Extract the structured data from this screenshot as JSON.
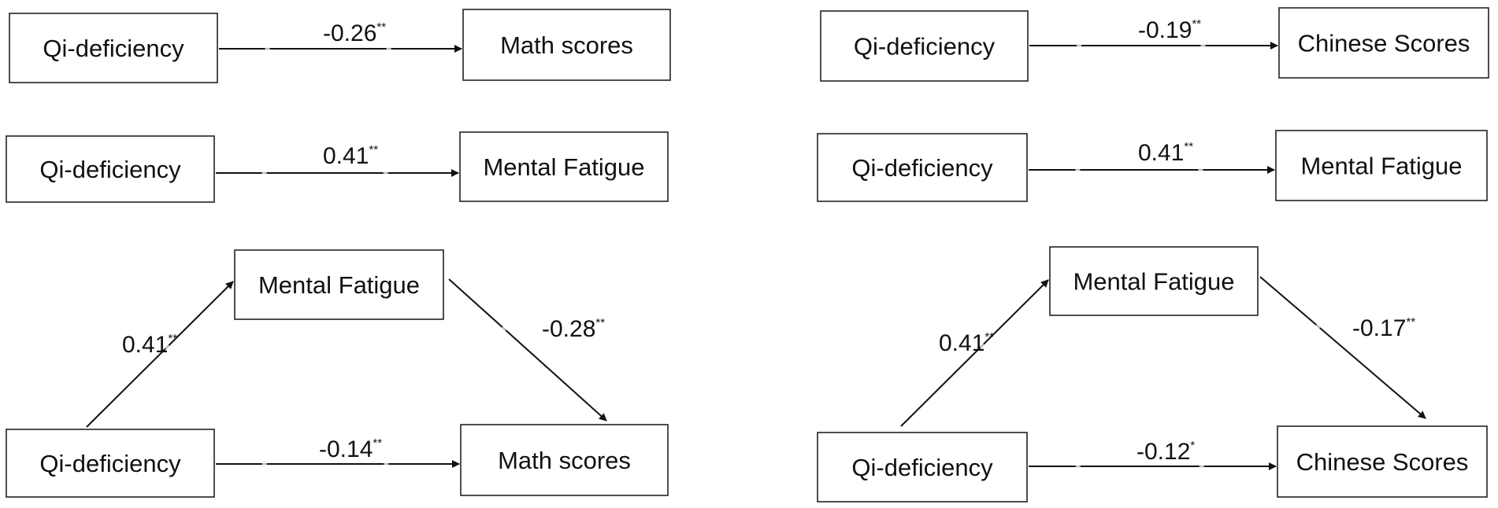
{
  "colors": {
    "stroke": "#111111",
    "background": "#ffffff"
  },
  "nodes": [
    {
      "id": "L1_qi",
      "label": "Qi-deficiency"
    },
    {
      "id": "L1_math",
      "label": "Math scores"
    },
    {
      "id": "L2_qi",
      "label": "Qi-deficiency"
    },
    {
      "id": "L2_mf",
      "label": "Mental Fatigue"
    },
    {
      "id": "L3_mf",
      "label": "Mental Fatigue"
    },
    {
      "id": "L3_qi",
      "label": "Qi-deficiency"
    },
    {
      "id": "L3_math",
      "label": "Math scores"
    },
    {
      "id": "R1_qi",
      "label": "Qi-deficiency"
    },
    {
      "id": "R1_cn",
      "label": "Chinese Scores"
    },
    {
      "id": "R2_qi",
      "label": "Qi-deficiency"
    },
    {
      "id": "R2_mf",
      "label": "Mental Fatigue"
    },
    {
      "id": "R3_mf",
      "label": "Mental Fatigue"
    },
    {
      "id": "R3_qi",
      "label": "Qi-deficiency"
    },
    {
      "id": "R3_cn",
      "label": "Chinese Scores"
    }
  ],
  "edges": [
    {
      "id": "L1_e1",
      "from": "L1_qi",
      "to": "L1_math",
      "coef": "-0.26",
      "sig": "**"
    },
    {
      "id": "L2_e1",
      "from": "L2_qi",
      "to": "L2_mf",
      "coef": "0.41",
      "sig": "**"
    },
    {
      "id": "L3_a",
      "from": "L3_qi",
      "to": "L3_mf",
      "coef": "0.41",
      "sig": "**"
    },
    {
      "id": "L3_b",
      "from": "L3_mf",
      "to": "L3_math",
      "coef": "-0.28",
      "sig": "**"
    },
    {
      "id": "L3_c",
      "from": "L3_qi",
      "to": "L3_math",
      "coef": "-0.14",
      "sig": "**"
    },
    {
      "id": "R1_e1",
      "from": "R1_qi",
      "to": "R1_cn",
      "coef": "-0.19",
      "sig": "**"
    },
    {
      "id": "R2_e1",
      "from": "R2_qi",
      "to": "R2_mf",
      "coef": "0.41",
      "sig": "**"
    },
    {
      "id": "R3_a",
      "from": "R3_qi",
      "to": "R3_mf",
      "coef": "0.41",
      "sig": "**"
    },
    {
      "id": "R3_b",
      "from": "R3_mf",
      "to": "R3_cn",
      "coef": "-0.17",
      "sig": "**"
    },
    {
      "id": "R3_c",
      "from": "R3_qi",
      "to": "R3_cn",
      "coef": "-0.12",
      "sig": "*"
    }
  ]
}
